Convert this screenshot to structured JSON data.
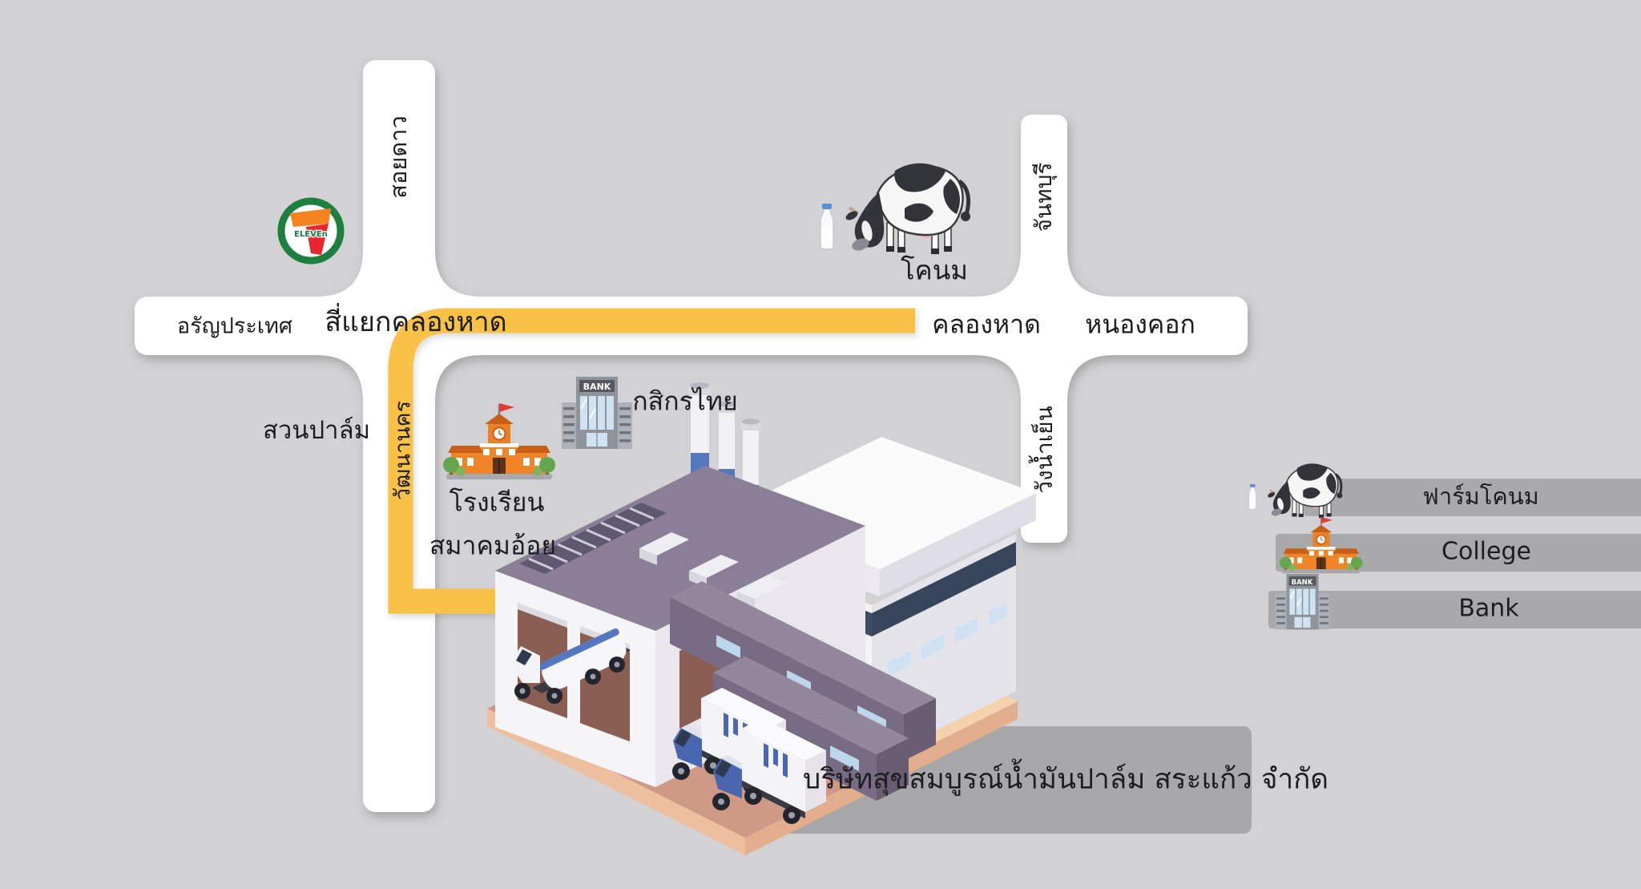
{
  "map": {
    "roads": {
      "north": "สอยดาว",
      "west": "อรัญประเทศ",
      "intersection": "สี่แยกคลองหาด",
      "east_near": "คลองหาด",
      "east_far": "หนองคอก",
      "northeast": "จันทบุรี",
      "southeast": "วังน้ำเย็น",
      "south": "วัฒนานคร"
    },
    "areas": {
      "palm_plantation": "สวนปาล์ม"
    },
    "landmarks": {
      "seven_eleven_text": "ELEVEn",
      "dairy_cow": "โคนม",
      "bank_name": "กสิกรไทย",
      "bank_sign": "BANK",
      "school": "โรงเรียน",
      "sugarcane_assoc": "สมาคมอ้อย",
      "company": "บริษัทสุขสมบูรณ์น้ำมันปาล์ม สระแก้ว จำกัด"
    }
  },
  "legend": {
    "items": [
      {
        "icon": "dairy-cow-icon",
        "label": "ฟาร์มโคนม"
      },
      {
        "icon": "school-icon",
        "label": "College"
      },
      {
        "icon": "bank-icon",
        "label": "Bank"
      }
    ]
  },
  "colors": {
    "background": "#d2d2d4",
    "road": "#ffffff",
    "route_arrow": "#f7c245",
    "label_plate": "#a8a8aa",
    "legend_bar": "#a9a9ab",
    "text": "#1d1d1f",
    "seven_green": "#1e8040",
    "seven_orange": "#f5831f",
    "seven_red": "#e6262c"
  }
}
